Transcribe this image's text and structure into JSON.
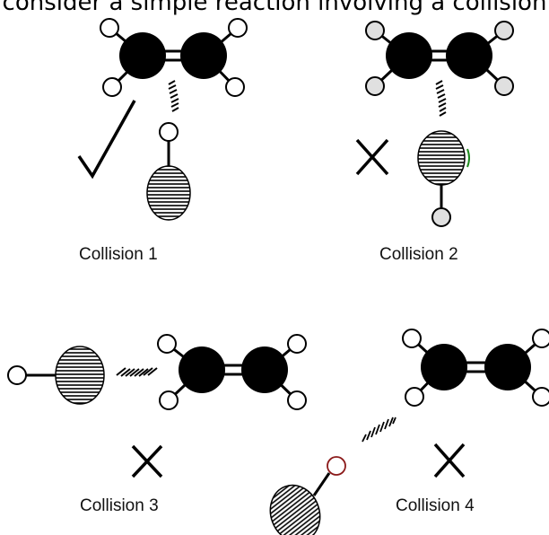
{
  "heading": "consider a simple reaction involving a collision",
  "collisions": [
    {
      "label": "Collision 1",
      "outcome": "check-mark-icon"
    },
    {
      "label": "Collision 2",
      "outcome": "cross-mark-icon"
    },
    {
      "label": "Collision 3",
      "outcome": "cross-mark-icon"
    },
    {
      "label": "Collision 4",
      "outcome": "cross-mark-icon"
    }
  ],
  "colors": {
    "carbon": "#000000",
    "hydrogen_white": "#ffffff",
    "hydrogen_grey": "#e0e0e0",
    "outline": "#000000"
  }
}
